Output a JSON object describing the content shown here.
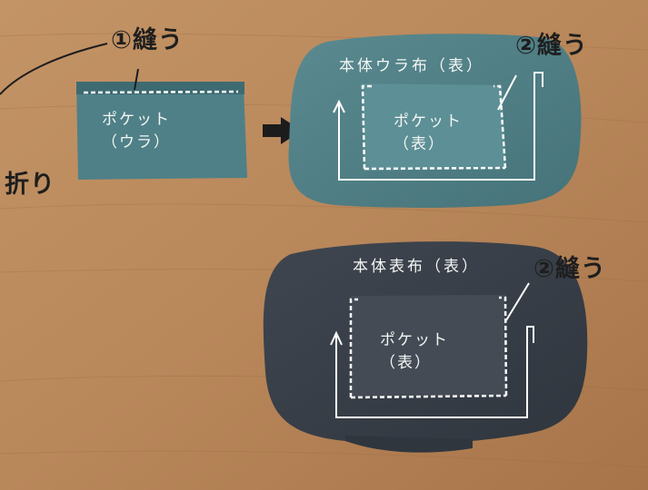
{
  "annotations": {
    "step1_sew": "①縫う",
    "fold": "折り",
    "step2_sew_top": "②縫う",
    "step2_sew_bottom": "②縫う"
  },
  "pieces": {
    "small_pocket_line1": "ポケット",
    "small_pocket_line2": "（ウラ）",
    "body_lining_label": "本体ウラ布（表）",
    "pocket_on_lining_line1": "ポケット",
    "pocket_on_lining_line2": "（表）",
    "body_outer_label": "本体表布（表）",
    "pocket_on_outer_line1": "ポケット",
    "pocket_on_outer_line2": "（表）"
  },
  "colors": {
    "wood": "#b8875a",
    "lining_fabric": "#4d7d85",
    "outer_fabric": "#383f48",
    "stitch": "#ffffff"
  }
}
